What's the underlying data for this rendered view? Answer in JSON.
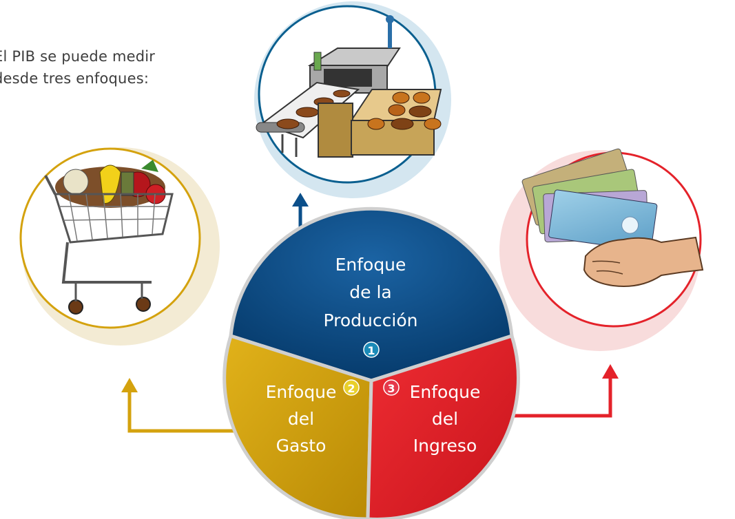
{
  "intro": {
    "line1": "El PIB se puede medir",
    "line2": "desde tres enfoques:"
  },
  "segments": {
    "produccion": {
      "lines": [
        "Enfoque",
        "de la",
        "Producción"
      ],
      "number": "1",
      "color": "#0a4a82",
      "badge_color": "#1a8ab8"
    },
    "gasto": {
      "lines": [
        "Enfoque",
        "del",
        "Gasto"
      ],
      "number": "2",
      "color": "#d4a20e",
      "badge_color": "#e9cf2a"
    },
    "ingreso": {
      "lines": [
        "Enfoque",
        "del",
        "Ingreso"
      ],
      "number": "3",
      "color": "#e4222a",
      "badge_color": "#e5384a"
    }
  },
  "icons": {
    "produccion": "bread-production-line-icon",
    "gasto": "shopping-cart-icon",
    "ingreso": "hand-holding-money-icon"
  },
  "colors": {
    "produccion_ring": "#0a5f8f",
    "gasto_ring": "#d4a20e",
    "ingreso_ring": "#e4222a"
  }
}
